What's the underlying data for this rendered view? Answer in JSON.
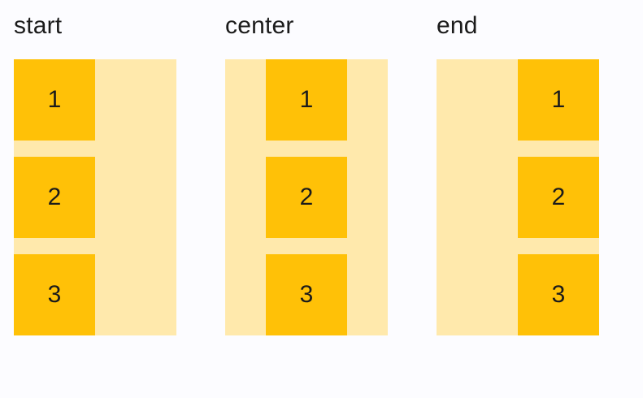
{
  "colors": {
    "page_bg": "#FCFCFF",
    "container_bg": "#FFE9AC",
    "item_bg": "#FFC107",
    "text": "#1B1B1B"
  },
  "demos": [
    {
      "label": "start",
      "alignment": "start",
      "items": [
        "1",
        "2",
        "3"
      ]
    },
    {
      "label": "center",
      "alignment": "center",
      "items": [
        "1",
        "2",
        "3"
      ]
    },
    {
      "label": "end",
      "alignment": "end",
      "items": [
        "1",
        "2",
        "3"
      ]
    }
  ]
}
